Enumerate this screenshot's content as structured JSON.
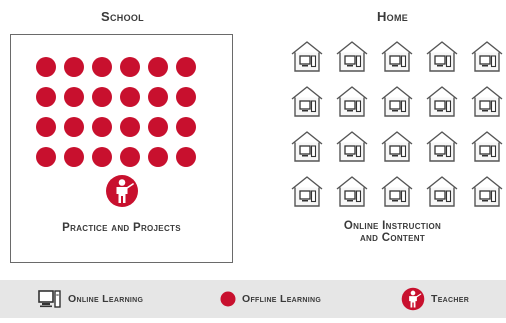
{
  "school": {
    "title": "School",
    "caption": "Practice and Projects",
    "dot_count": 24,
    "dot_color": "#c8102e"
  },
  "home": {
    "title": "Home",
    "caption_line1": "Online Instruction",
    "caption_line2": "and Content",
    "house_count": 20
  },
  "legend": {
    "online": "Online Learning",
    "offline": "Offline Learning",
    "teacher": "Teacher"
  }
}
